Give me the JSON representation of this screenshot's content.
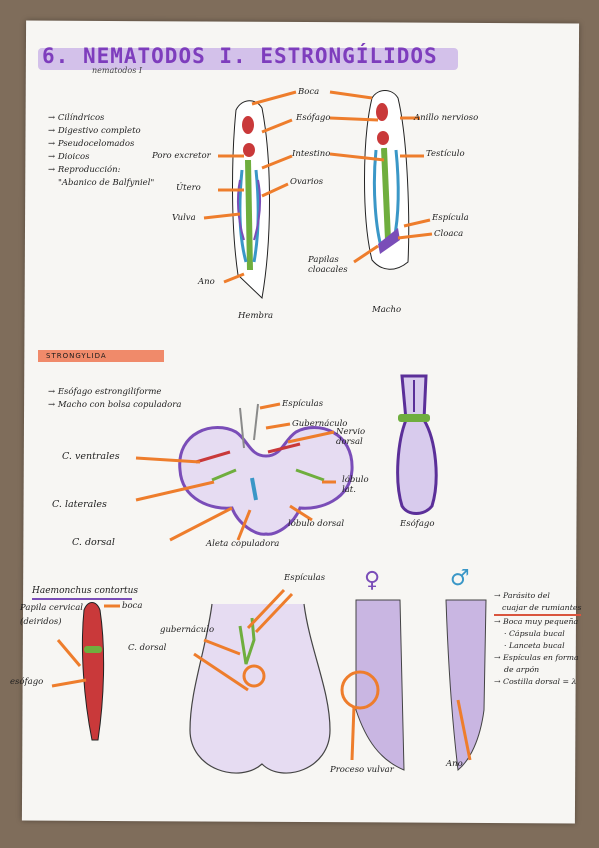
{
  "header": {
    "number": "6.",
    "title": "NEMATODOS I. ESTRONGÍLIDOS",
    "overline": "nematodos I"
  },
  "features": {
    "items": [
      "→ Cilíndricos",
      "→ Digestivo completo",
      "→ Pseudocelomados",
      "→ Dioicos",
      "→ Reproducción:",
      "\"Abanico de Balfyniel\""
    ]
  },
  "anatomy": {
    "female_label": "Hembra",
    "male_label": "Macho",
    "labels": {
      "boca": "Boca",
      "esofago": "Esófago",
      "anillo": "Anillo nervioso",
      "poro": "Poro excretor",
      "intestino": "Intestino",
      "testiculo": "Testículo",
      "utero": "Útero",
      "ovarios": "Ovarios",
      "vulva": "Vulva",
      "espiculas": "Espícula",
      "cloaca": "Cloaca",
      "papilas": "Papilas cloacales",
      "ano": "Ano"
    }
  },
  "strongylida": {
    "heading": "STRONGYLIDA",
    "points": [
      "→ Esófago estrongiliforme",
      "→ Macho con bolsa copuladora"
    ],
    "labels": {
      "espiculas": "Espículas",
      "gubernaculo": "Gubernáculo",
      "nervio_dorsal": "Nervio dorsal",
      "ventrales": "C. ventrales",
      "laterales": "C. laterales",
      "dorsal": "C. dorsal",
      "lobulo_lateral": "lóbulo lat.",
      "lobulo_dorsal": "lóbulo dorsal",
      "aleta": "Aleta copuladora",
      "esofago": "Esófago"
    }
  },
  "haemonchus": {
    "title": "Haemonchus contortus",
    "labels": {
      "papila": "Papila cervical",
      "papila_sub": "(deiridos)",
      "boca": "boca",
      "esofago": "esófago",
      "espiculas": "Espículas",
      "gubernaculo": "gubernáculo",
      "dorsal": "C. dorsal",
      "proceso": "Proceso vulvar",
      "ano": "Ano"
    },
    "female_symbol": "♀",
    "male_symbol": "♂",
    "notes": [
      "→ Parásito del",
      "cuajar de rumiantes",
      "→ Boca muy pequeña",
      "· Cápsula bucal",
      "· Lanceta bucal",
      "→ Espículas en forma",
      "de arpón",
      "→ Costilla dorsal = λ"
    ]
  },
  "colors": {
    "orange": "#ee7d2c",
    "purple": "#7a4db8",
    "lilac": "#c9b6e2",
    "red": "#c9393a",
    "green": "#6fae3e",
    "blue": "#3a97c7"
  }
}
